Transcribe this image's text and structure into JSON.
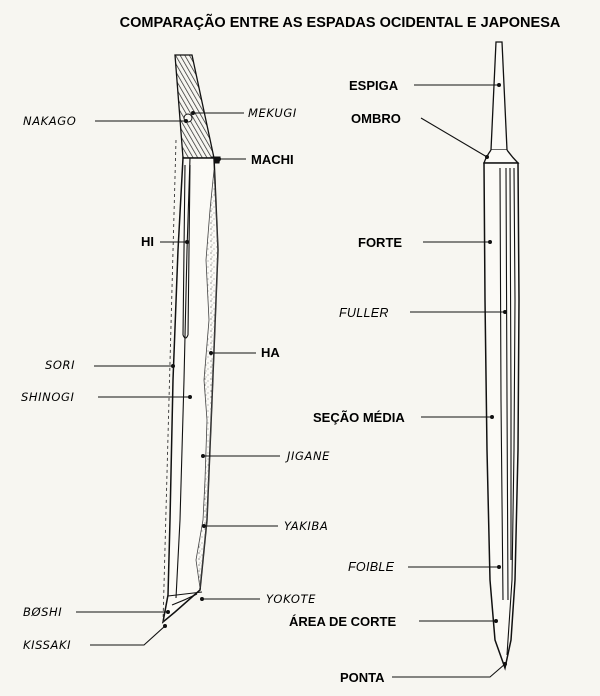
{
  "title": "COMPARAÇÃO ENTRE AS ESPADAS OCIDENTAL E JAPONESA",
  "japanese_sword": {
    "labels": {
      "nakago": "NAKAGO",
      "mekugi": "MEKUGI",
      "machi": "MACHI",
      "hi": "HI",
      "ha": "HA",
      "sori": "SORI",
      "shinogi": "SHINOGI",
      "jigane": "JIGANE",
      "yakiba": "YAKIBA",
      "yokote": "YOKOTE",
      "boshi": "BØSHI",
      "kissaki": "KISSAKI"
    }
  },
  "western_sword": {
    "labels": {
      "espiga": "ESPIGA",
      "ombro": "OMBRO",
      "forte": "FORTE",
      "fuller": "FULLER",
      "secao_media": "SEÇÃO MÉDIA",
      "foible": "FOIBLE",
      "area_de_corte": "ÁREA DE CORTE",
      "ponta": "PONTA"
    }
  }
}
